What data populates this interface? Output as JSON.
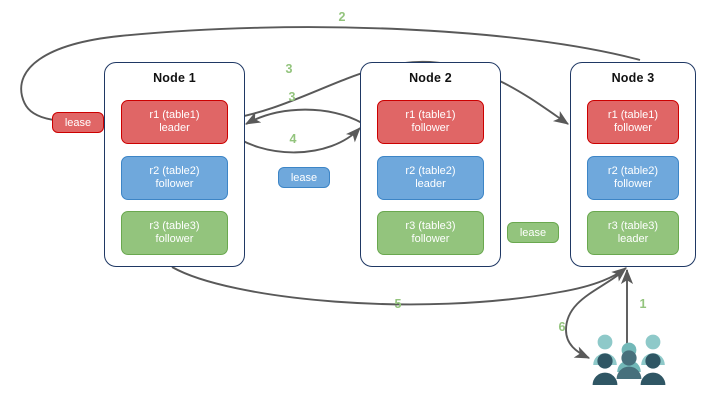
{
  "diagram": {
    "title": "raft lease placement diagram",
    "colors": {
      "red": "#e06666",
      "red_border": "#cc0000",
      "blue": "#6fa8dc",
      "blue_border": "#3d85c6",
      "green": "#93c47d",
      "green_border": "#6aa84f",
      "node_border": "#1f3864",
      "arrow": "#595959",
      "step_label": "#93c47d"
    },
    "nodes": [
      {
        "title": "Node 1",
        "replicas": [
          {
            "name": "r1 (table1)",
            "role": "leader",
            "color": "red"
          },
          {
            "name": "r2 (table2)",
            "role": "follower",
            "color": "blue"
          },
          {
            "name": "r3 (table3)",
            "role": "follower",
            "color": "green"
          }
        ]
      },
      {
        "title": "Node 2",
        "replicas": [
          {
            "name": "r1 (table1)",
            "role": "follower",
            "color": "red"
          },
          {
            "name": "r2 (table2)",
            "role": "leader",
            "color": "blue"
          },
          {
            "name": "r3 (table3)",
            "role": "follower",
            "color": "green"
          }
        ]
      },
      {
        "title": "Node 3",
        "replicas": [
          {
            "name": "r1 (table1)",
            "role": "follower",
            "color": "red"
          },
          {
            "name": "r2 (table2)",
            "role": "follower",
            "color": "blue"
          },
          {
            "name": "r3 (table3)",
            "role": "leader",
            "color": "green"
          }
        ]
      }
    ],
    "leases": [
      {
        "label": "lease",
        "color": "red"
      },
      {
        "label": "lease",
        "color": "blue"
      },
      {
        "label": "lease",
        "color": "green"
      }
    ],
    "steps": [
      {
        "label": "1"
      },
      {
        "label": "2"
      },
      {
        "label": "3"
      },
      {
        "label": "3"
      },
      {
        "label": "4"
      },
      {
        "label": "5"
      },
      {
        "label": "6"
      }
    ],
    "client": {
      "icon": "people-icon"
    }
  }
}
